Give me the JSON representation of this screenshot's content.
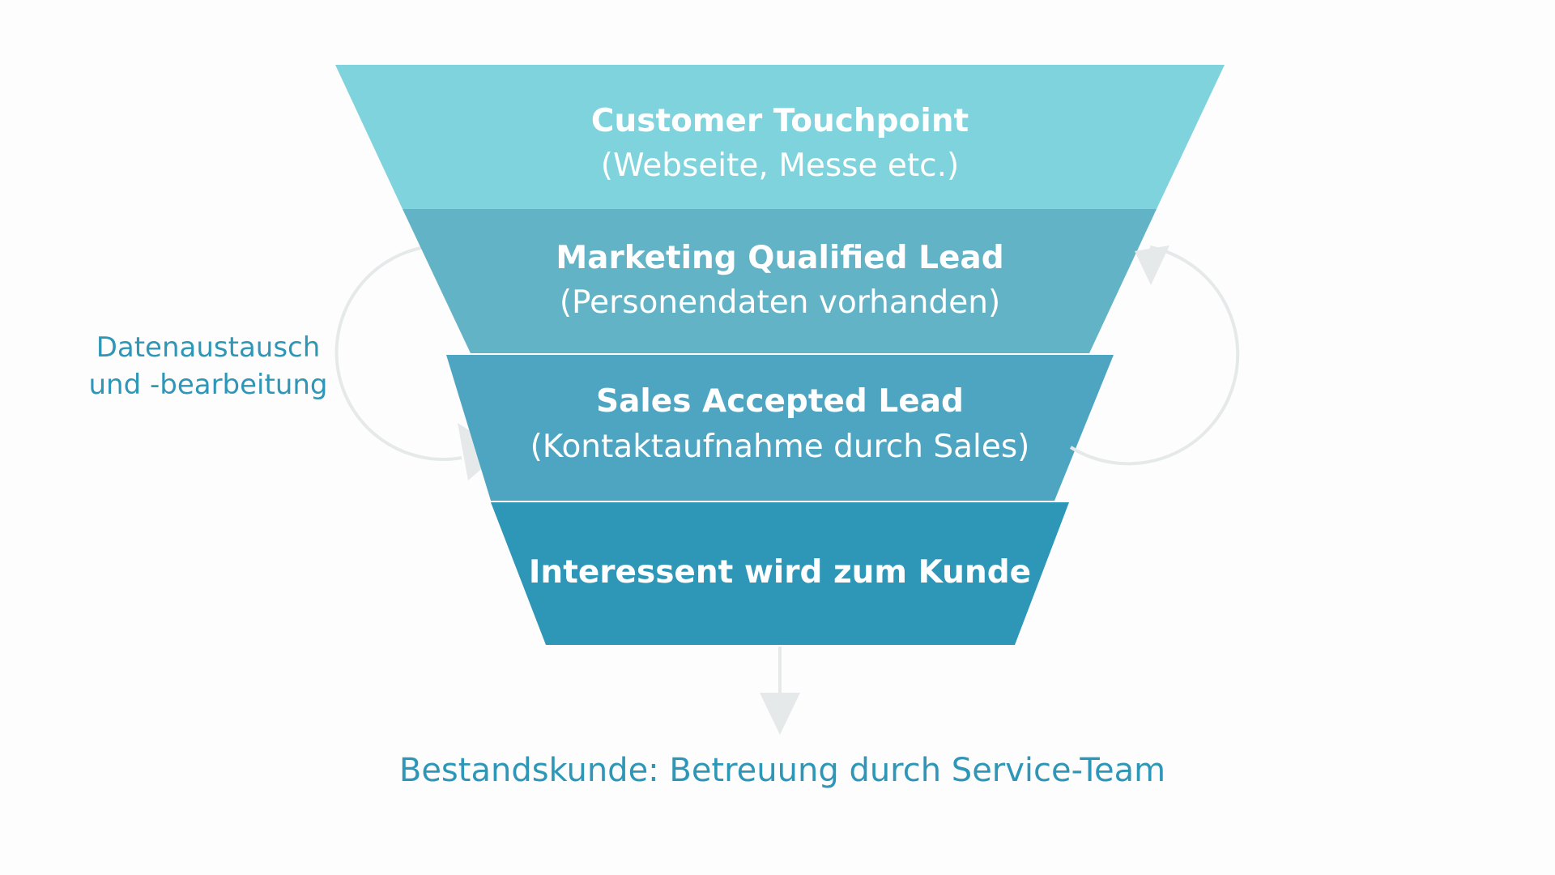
{
  "funnel": {
    "stages": [
      {
        "title": "Customer Touchpoint",
        "subtitle": "(Webseite, Messe etc.)",
        "color": "#7fd3dc"
      },
      {
        "title": "Marketing Qualified Lead",
        "subtitle": "(Personendaten vorhanden)",
        "color": "#63b3c6"
      },
      {
        "title": "Sales Accepted Lead",
        "subtitle": "(Kontaktaufnahme durch Sales)",
        "color": "#4ea5c2"
      },
      {
        "title": "Interessent wird zum Kunde",
        "subtitle": "",
        "color": "#2e97b8"
      }
    ]
  },
  "side_label": {
    "line1": "Datenaustausch",
    "line2": "und -bearbeitung"
  },
  "bottom_label": "Bestandskunde: Betreuung durch Service-Team",
  "colors": {
    "label_text": "#2e97b8",
    "cycle_arrow": "#e6e9ea",
    "background": "#fdfdfd"
  }
}
